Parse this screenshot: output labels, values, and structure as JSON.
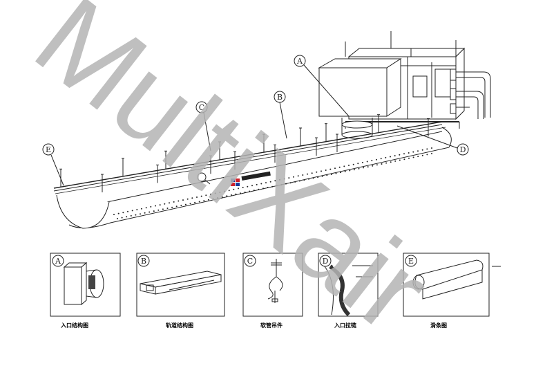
{
  "watermark": {
    "text": "MultiXair",
    "color": "#b4b4b4"
  },
  "callouts": [
    {
      "id": "A",
      "letter": "A"
    },
    {
      "id": "B",
      "letter": "B"
    },
    {
      "id": "C",
      "letter": "C"
    },
    {
      "id": "D",
      "letter": "D"
    },
    {
      "id": "E",
      "letter": "E"
    }
  ],
  "details": [
    {
      "letter": "A",
      "caption": "入口结构图"
    },
    {
      "letter": "B",
      "caption": "轨道结构图"
    },
    {
      "letter": "C",
      "caption": "软管吊件"
    },
    {
      "letter": "D",
      "caption": "入口拉链"
    },
    {
      "letter": "E",
      "caption": "滑条图"
    }
  ],
  "brand_colors": {
    "blue": "#1a3a9a",
    "red": "#d0202a",
    "line": "#222222"
  }
}
